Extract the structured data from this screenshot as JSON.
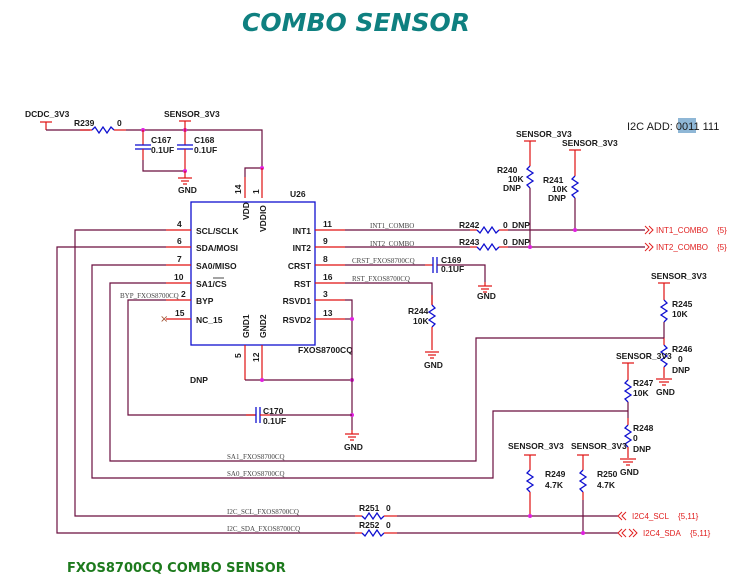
{
  "title": "COMBO SENSOR",
  "footer_title": "FXOS8700CQ COMBO SENSOR",
  "i2c_address": {
    "label": "I2C ADD: ",
    "highlighted": "0011",
    "rest": " 111",
    "highlight_color": "#8fb7d6"
  },
  "colors": {
    "title": "#0f8080",
    "footer": "#1d7a1d",
    "wire": "#6b0f3f",
    "pin": "#e01010",
    "component": "#1010d0",
    "junction": "#e020e0",
    "port": "#e02020"
  },
  "power_labels": {
    "dcdc": "DCDC_3V3",
    "sensor": "SENSOR_3V3",
    "gnd": "GND"
  },
  "chip": {
    "ref": "U26",
    "part": "FXOS8700CQ",
    "left_pins": [
      {
        "num": "4",
        "name": "SCL/SCLK"
      },
      {
        "num": "6",
        "name": "SDA/MOSI"
      },
      {
        "num": "7",
        "name": "SA0/MISO"
      },
      {
        "num": "10",
        "name": "SA1/CS"
      },
      {
        "num": "2",
        "name": "BYP"
      },
      {
        "num": "15",
        "name": "NC_15"
      }
    ],
    "right_pins": [
      {
        "num": "11",
        "name": "INT1"
      },
      {
        "num": "9",
        "name": "INT2"
      },
      {
        "num": "8",
        "name": "CRST"
      },
      {
        "num": "16",
        "name": "RST"
      },
      {
        "num": "3",
        "name": "RSVD1"
      },
      {
        "num": "13",
        "name": "RSVD2"
      }
    ],
    "top_pins": [
      {
        "num": "14",
        "name": "VDD"
      },
      {
        "num": "1",
        "name": "VDDIO"
      }
    ],
    "bottom_pins": [
      {
        "num": "5",
        "name": "GND1"
      },
      {
        "num": "12",
        "name": "GND2"
      }
    ]
  },
  "components": {
    "R239": {
      "ref": "R239",
      "value": "0"
    },
    "C167": {
      "ref": "C167",
      "value": "0.1UF"
    },
    "C168": {
      "ref": "C168",
      "value": "0.1UF"
    },
    "R240": {
      "ref": "R240",
      "value": "10K",
      "note": "DNP"
    },
    "R241": {
      "ref": "R241",
      "value": "10K",
      "note": "DNP"
    },
    "R242": {
      "ref": "R242",
      "value": "0",
      "note": "DNP"
    },
    "R243": {
      "ref": "R243",
      "value": "0",
      "note": "DNP"
    },
    "C169": {
      "ref": "C169",
      "value": "0.1UF"
    },
    "R244": {
      "ref": "R244",
      "value": "10K"
    },
    "R245": {
      "ref": "R245",
      "value": "10K"
    },
    "R246": {
      "ref": "R246",
      "value": "0",
      "note": "DNP"
    },
    "R247": {
      "ref": "R247",
      "value": "10K"
    },
    "R248": {
      "ref": "R248",
      "value": "0",
      "note": "DNP"
    },
    "C170": {
      "ref": "C170",
      "value": "0.1UF"
    },
    "R249": {
      "ref": "R249",
      "value": "4.7K"
    },
    "R250": {
      "ref": "R250",
      "value": "4.7K"
    },
    "R251": {
      "ref": "R251",
      "value": "0"
    },
    "R252": {
      "ref": "R252",
      "value": "0"
    }
  },
  "dnp_note": "DNP",
  "nets": {
    "int1": "INT1_COMBO",
    "int2": "INT2_COMBO",
    "crst": "CRST_FXOS8700CQ",
    "rst": "RST_FXOS8700CQ",
    "byp": "BYP_FXOS8700CQ",
    "sa1": "SA1_FXOS8700CQ",
    "sa0": "SA0_FXOS8700CQ",
    "scl": "I2C_SCL_FXOS8700CQ",
    "sda": "I2C_SDA_FXOS8700CQ"
  },
  "ports": [
    {
      "name": "INT1_COMBO",
      "ref": "{5}"
    },
    {
      "name": "INT2_COMBO",
      "ref": "{5}"
    },
    {
      "name": "I2C4_SCL",
      "ref": "{5,11}"
    },
    {
      "name": "I2C4_SDA",
      "ref": "{5,11}"
    }
  ]
}
